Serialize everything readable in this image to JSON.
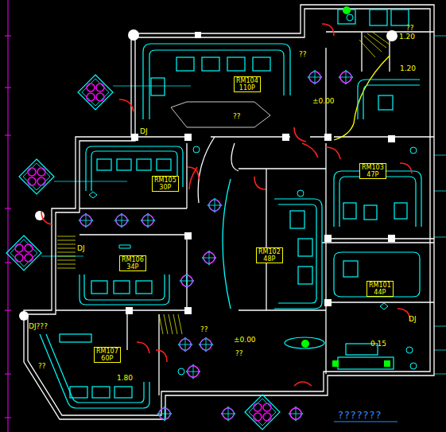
{
  "diagram": {
    "nodes": [
      {
        "text": [
          "RM104",
          "110P"
        ]
      },
      {
        "text": [
          "RM105",
          "30P"
        ]
      },
      {
        "text": [
          "RM106",
          "34P"
        ]
      },
      {
        "text": [
          "RM102",
          "48P"
        ]
      },
      {
        "text": [
          "RM103",
          "47P"
        ]
      },
      {
        "text": [
          "RM101",
          "44P"
        ]
      },
      {
        "text": [
          "RM107",
          "60P"
        ]
      }
    ],
    "labels": [
      "DJ",
      "DJ",
      "DJ???",
      "DJ",
      "±0.00",
      "±0.00",
      "1.20",
      "1.20",
      "1.80",
      "0.15",
      "??",
      "??",
      "??",
      "??",
      "??",
      "??",
      "???????"
    ]
  }
}
